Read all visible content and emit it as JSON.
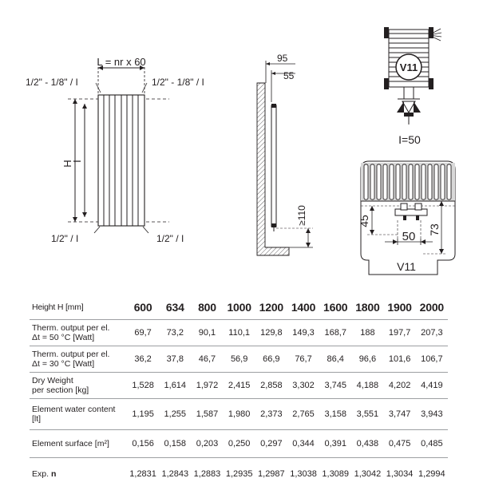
{
  "drawings": {
    "front": {
      "width_label": "L = nr x 60",
      "top_left": "1/2\" - 1/8\" / I",
      "top_right": "1/2\" - 1/8\" / I",
      "bottom_left": "1/2\" / I",
      "bottom_right": "1/2\" / I",
      "height_label": "H",
      "inner_height_label": "I"
    },
    "side": {
      "depth_95": "95",
      "depth_55": "55",
      "min_110": "≥110"
    },
    "schematic": {
      "valve_label": "V11",
      "i_label": "I=50"
    },
    "detail": {
      "dim_45": "45",
      "dim_73": "73",
      "dim_50": "50",
      "valve_label": "V11"
    }
  },
  "table": {
    "header_label": "Height H [mm]",
    "heights": [
      "600",
      "634",
      "800",
      "1000",
      "1200",
      "1400",
      "1600",
      "1800",
      "1900",
      "2000"
    ],
    "rows": [
      {
        "label_lines": [
          "Therm. output per el.",
          "Δt = 50 °C [Watt]"
        ],
        "values": [
          "69,7",
          "73,2",
          "90,1",
          "110,1",
          "129,8",
          "149,3",
          "168,7",
          "188",
          "197,7",
          "207,3"
        ]
      },
      {
        "label_lines": [
          "Therm. output per el.",
          "Δt = 30 °C [Watt]"
        ],
        "values": [
          "36,2",
          "37,8",
          "46,7",
          "56,9",
          "66,9",
          "76,7",
          "86,4",
          "96,6",
          "101,6",
          "106,7"
        ]
      },
      {
        "label_lines": [
          "Dry Weight",
          "per section [kg]"
        ],
        "values": [
          "1,528",
          "1,614",
          "1,972",
          "2,415",
          "2,858",
          "3,302",
          "3,745",
          "4,188",
          "4,202",
          "4,419"
        ]
      },
      {
        "label_lines": [
          "Element water content",
          "[lt]"
        ],
        "values": [
          "1,195",
          "1,255",
          "1,587",
          "1,980",
          "2,373",
          "2,765",
          "3,158",
          "3,551",
          "3,747",
          "3,943"
        ]
      },
      {
        "label_lines": [
          "Element surface [m²]"
        ],
        "values": [
          "0,156",
          "0,158",
          "0,203",
          "0,250",
          "0,297",
          "0,344",
          "0,391",
          "0,438",
          "0,475",
          "0,485"
        ]
      }
    ],
    "exp_label": "Exp.",
    "exp_symbol": "n",
    "exp_values": [
      "1,2831",
      "1,2843",
      "1,2883",
      "1,2935",
      "1,2987",
      "1,3038",
      "1,3089",
      "1,3042",
      "1,3034",
      "1,2994"
    ]
  }
}
